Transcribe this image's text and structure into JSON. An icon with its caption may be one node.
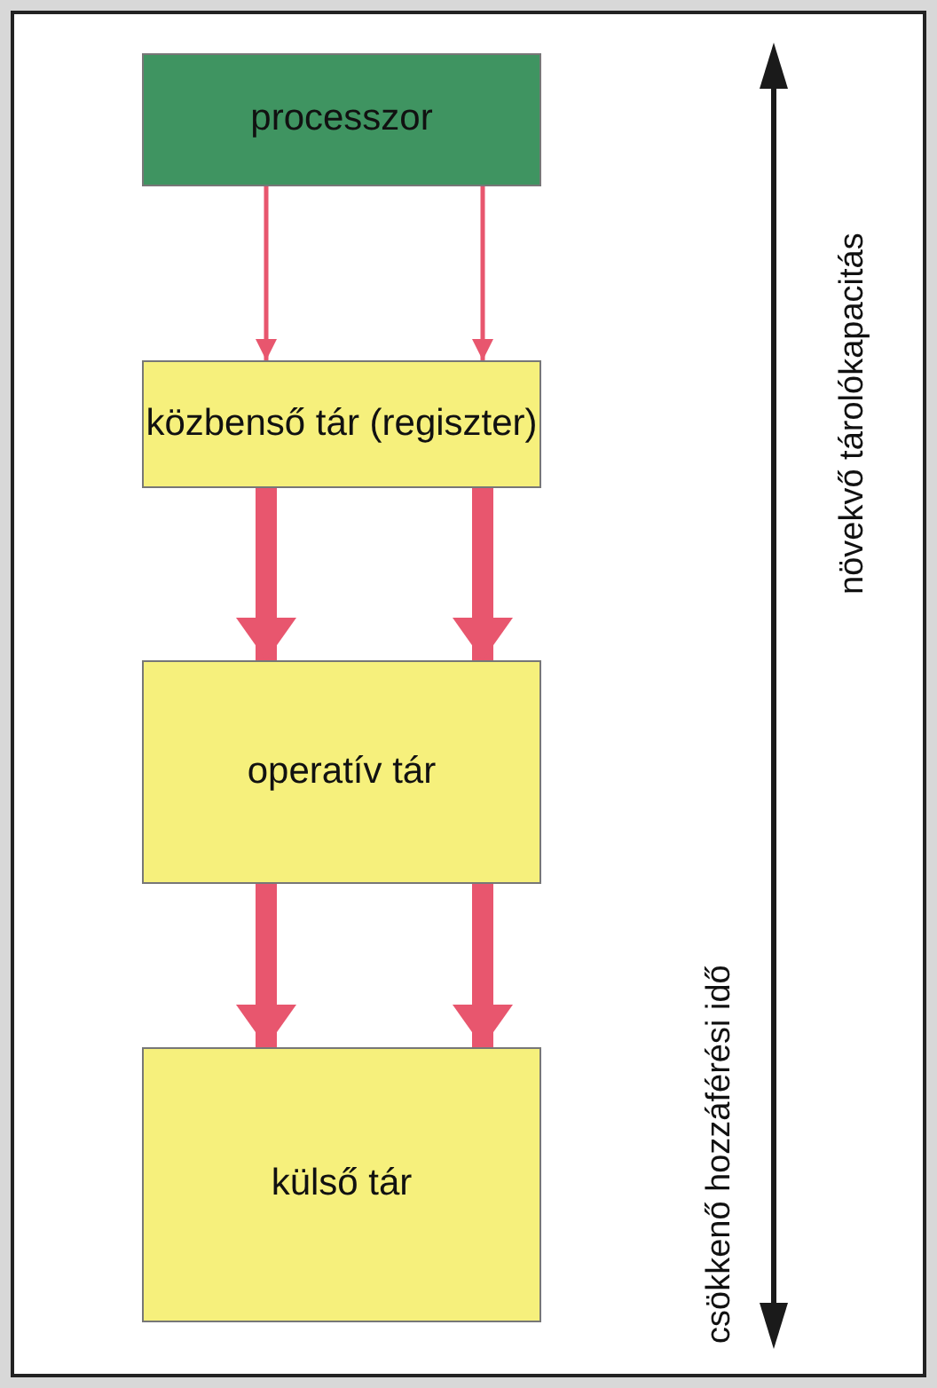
{
  "diagram": {
    "nodes": [
      {
        "text": [
          "processzor"
        ]
      },
      {
        "text": [
          "közbenső tár (regiszter)"
        ]
      },
      {
        "text": [
          "operatív tár"
        ]
      },
      {
        "text": [
          "külső tár"
        ]
      }
    ],
    "edges": [
      {
        "from": 0,
        "to": 1,
        "arrow": "to"
      },
      {
        "from": 0,
        "to": 1,
        "arrow": "to"
      },
      {
        "from": 1,
        "to": 2,
        "arrow": "to"
      },
      {
        "from": 1,
        "to": 2,
        "arrow": "to"
      },
      {
        "from": 2,
        "to": 3,
        "arrow": "to"
      },
      {
        "from": 2,
        "to": 3,
        "arrow": "to"
      }
    ],
    "labels": [
      "növekvő tárolókapacitás",
      "csökkenő hozzáférési idő"
    ]
  }
}
